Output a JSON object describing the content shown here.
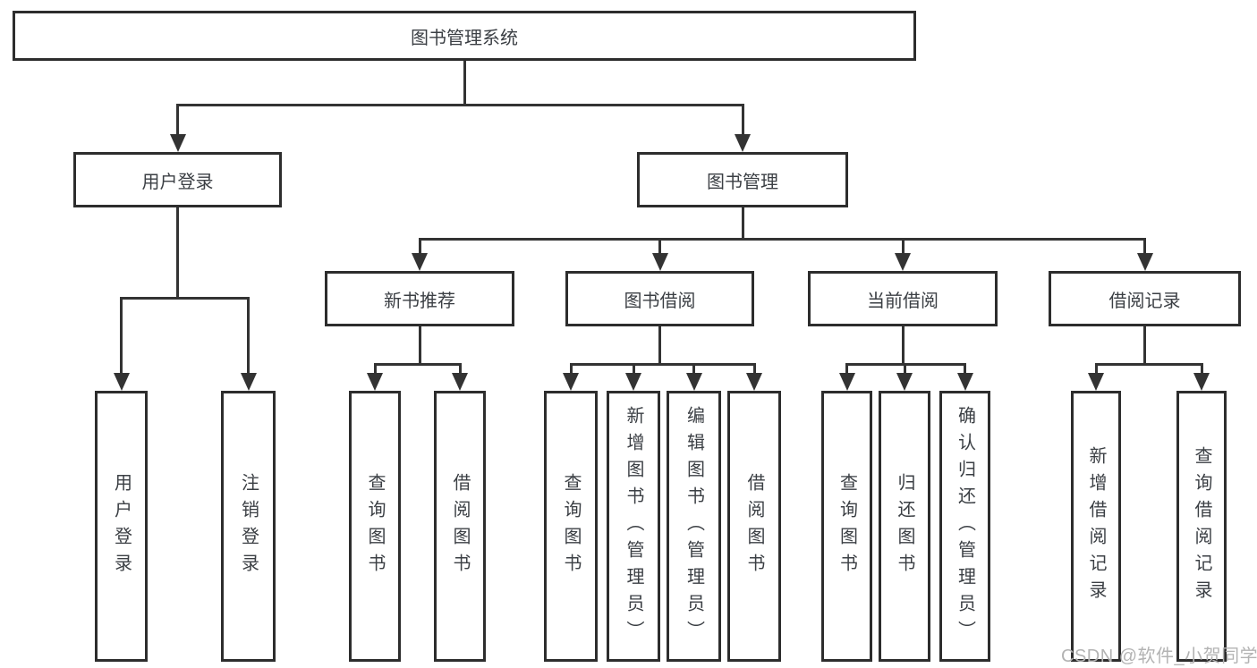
{
  "tree": {
    "label": "图书管理系统",
    "children": [
      {
        "label": "用户登录",
        "children": [
          {
            "label": "用户登录"
          },
          {
            "label": "注销登录"
          }
        ]
      },
      {
        "label": "图书管理",
        "children": [
          {
            "label": "新书推荐",
            "children": [
              {
                "label": "查询图书"
              },
              {
                "label": "借阅图书"
              }
            ]
          },
          {
            "label": "图书借阅",
            "children": [
              {
                "label": "查询图书"
              },
              {
                "label": "新增图书（管理员）"
              },
              {
                "label": "编辑图书（管理员）"
              },
              {
                "label": "借阅图书"
              }
            ]
          },
          {
            "label": "当前借阅",
            "children": [
              {
                "label": "查询图书"
              },
              {
                "label": "归还图书"
              },
              {
                "label": "确认归还（管理员）"
              }
            ]
          },
          {
            "label": "借阅记录",
            "children": [
              {
                "label": "新增借阅记录"
              },
              {
                "label": "查询借阅记录"
              }
            ]
          }
        ]
      }
    ]
  },
  "watermark": {
    "text": "CSDN @软件_小贺同学"
  },
  "colors": {
    "line": "#333333",
    "box_border": "#2d2d2d",
    "text": "#3b3f44",
    "watermark": "#b3b3b3",
    "background": "#ffffff"
  }
}
